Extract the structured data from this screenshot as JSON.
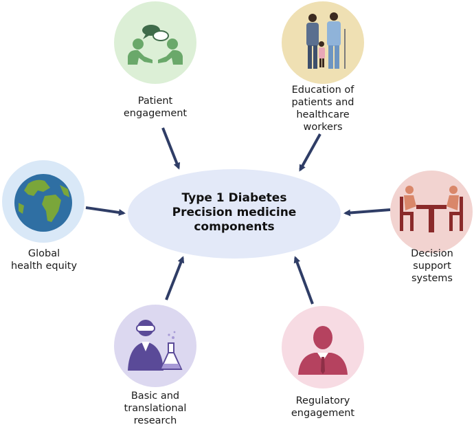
{
  "center": {
    "line1": "Type 1 Diabetes",
    "line2": "Precision medicine",
    "line3": "components"
  },
  "nodes": [
    {
      "id": "patient",
      "lines": [
        "Patient",
        "engagement"
      ],
      "color": "#dcefd6",
      "icon": "chat-people-icon"
    },
    {
      "id": "education",
      "lines": [
        "Education of",
        "patients and",
        "healthcare",
        "workers"
      ],
      "color": "#efe0b3",
      "icon": "healthcare-workers-icon"
    },
    {
      "id": "decision",
      "lines": [
        "Decision",
        "support",
        "systems"
      ],
      "color": "#f2d3d0",
      "icon": "consultation-table-icon"
    },
    {
      "id": "regulatory",
      "lines": [
        "Regulatory",
        "engagement"
      ],
      "color": "#f7dbe3",
      "icon": "official-person-icon"
    },
    {
      "id": "research",
      "lines": [
        "Basic and",
        "translational",
        "research"
      ],
      "color": "#dcd8f0",
      "icon": "scientist-flask-icon"
    },
    {
      "id": "equity",
      "lines": [
        "Global",
        "health equity"
      ],
      "color": "#d9e8f7",
      "icon": "globe-icon"
    }
  ],
  "colors": {
    "arrow": "#2f3d66",
    "center_fill": "#e3e9f8"
  }
}
